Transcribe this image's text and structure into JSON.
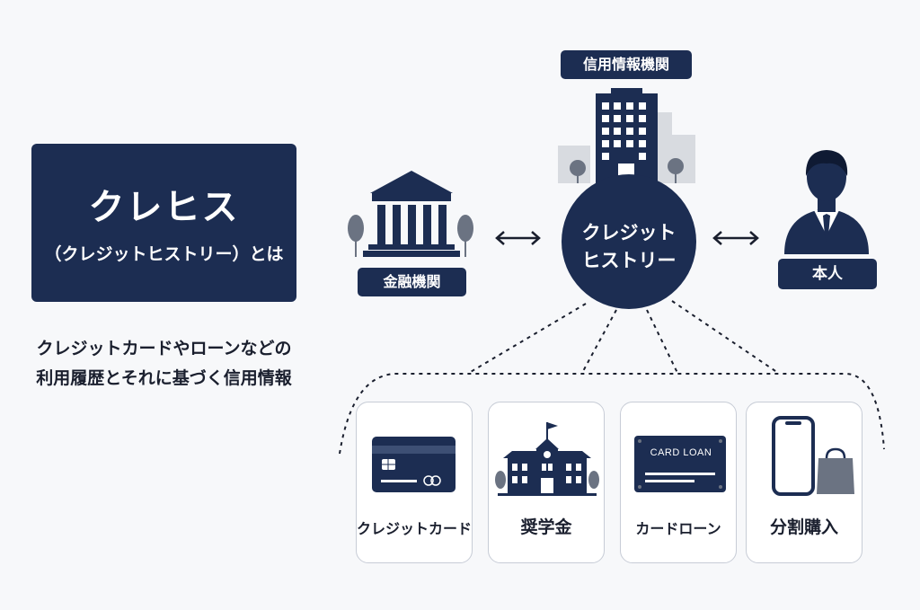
{
  "title": {
    "main": "クレヒス",
    "sub": "（クレジットヒストリー）とは"
  },
  "description": {
    "line1": "クレジットカードやローンなどの",
    "line2": "利用履歴とそれに基づく信用情報"
  },
  "nodes": {
    "agency": "信用情報機関",
    "bank": "金融機関",
    "person": "本人",
    "center_line1": "クレジット",
    "center_line2": "ヒストリー"
  },
  "arrows": {
    "left": "↔",
    "right": "↔"
  },
  "categories": [
    {
      "label": "クレジットカード",
      "icon": "credit-card-icon"
    },
    {
      "label": "奨学金",
      "icon": "school-building-icon"
    },
    {
      "label": "カードローン",
      "icon": "loan-card-icon",
      "card_text": "CARD LOAN"
    },
    {
      "label": "分割購入",
      "icon": "smartphone-shopping-bag-icon"
    }
  ],
  "colors": {
    "navy": "#1c2d52",
    "background": "#f7f8fa",
    "gray": "#9aa1ad"
  }
}
